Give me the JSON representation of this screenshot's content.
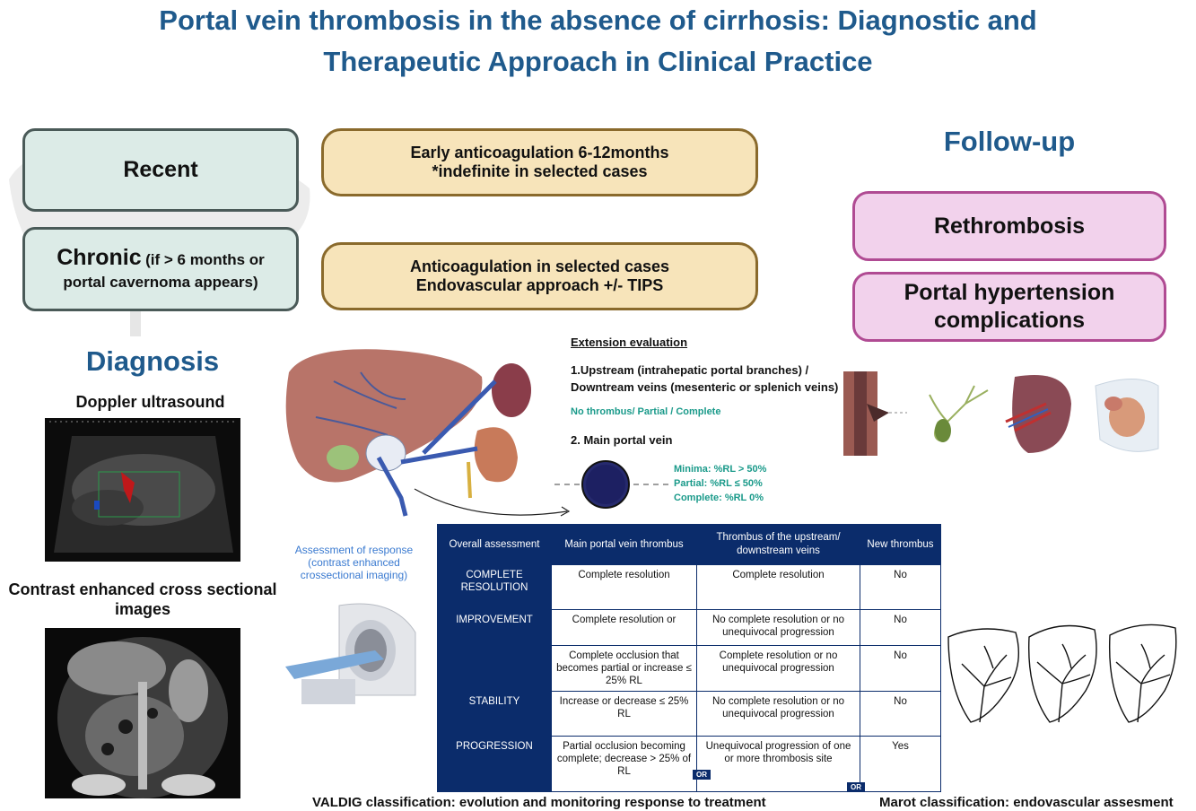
{
  "title_line1": "Portal vein thrombosis in the absence of cirrhosis: Diagnostic and",
  "title_line2": "Therapeutic Approach in Clinical Practice",
  "recent_label": "Recent",
  "chronic_label": "Chronic",
  "chronic_note_1": "(if > 6 months or",
  "chronic_note_2": "portal cavernoma appears)",
  "treatment_recent_1": "Early anticoagulation 6-12months",
  "treatment_recent_2": "*indefinite in selected cases",
  "treatment_chronic_1": "Anticoagulation in selected cases",
  "treatment_chronic_2": "Endovascular approach +/- TIPS",
  "followup_heading": "Follow-up",
  "followup_1": "Rethrombosis",
  "followup_2_line1": "Portal hypertension",
  "followup_2_line2": "complications",
  "diagnosis_heading": "Diagnosis",
  "doppler_label": "Doppler ultrasound",
  "contrast_label_1": "Contrast enhanced cross sectional",
  "contrast_label_2": "images",
  "extension_heading": "Extension evaluation",
  "extension_1_line1": "1.Upstream (intrahepatic portal branches)  /",
  "extension_1_line2": "Downtream veins (mesenteric or splenich veins)",
  "extension_1_options": "No thrombus/ Partial / Complete",
  "extension_2": "2. Main portal vein",
  "occlusion_minima": "Minima: %RL > 50%",
  "occlusion_partial": "Partial: %RL ≤ 50%",
  "occlusion_complete": "Complete: %RL 0%",
  "assessment_1": "Assessment of response",
  "assessment_2": "(contrast enhanced",
  "assessment_3": "crossectional imaging)",
  "table": {
    "headers": [
      "Overall assessment",
      "Main portal vein thrombus",
      "Thrombus of the upstream/ downstream veins",
      "New thrombus"
    ],
    "row_labels": [
      "COMPLETE RESOLUTION",
      "IMPROVEMENT",
      "STABILITY",
      "PROGRESSION"
    ],
    "r1": [
      "Complete resolution",
      "Complete resolution",
      "No"
    ],
    "r2a": [
      "Complete resolution or",
      "No complete resolution or no unequivocal progression",
      "No"
    ],
    "r2b": [
      "Complete occlusion that becomes partial or increase ≤ 25% RL",
      "Complete resolution or no unequivocal progression",
      "No"
    ],
    "r3": [
      "Increase or decrease ≤ 25% RL",
      "No complete resolution or no unequivocal progression",
      "No"
    ],
    "r4": [
      "Partial occlusion becoming complete; decrease > 25% of RL",
      "Unequivocal progression of one or more thrombosis site",
      "Yes"
    ],
    "or_label": "OR"
  },
  "valdig_caption": "VALDIG classification: evolution and monitoring response to treatment",
  "marot_caption": "Marot classification: endovascular assesment",
  "colors": {
    "title_blue": "#1f5a8c",
    "table_navy": "#0b2c6b",
    "teal_text": "#1a9a8a",
    "box_teal": "#dcebe7",
    "box_tan": "#f7e4ba",
    "box_pink": "#f2d2ec"
  }
}
